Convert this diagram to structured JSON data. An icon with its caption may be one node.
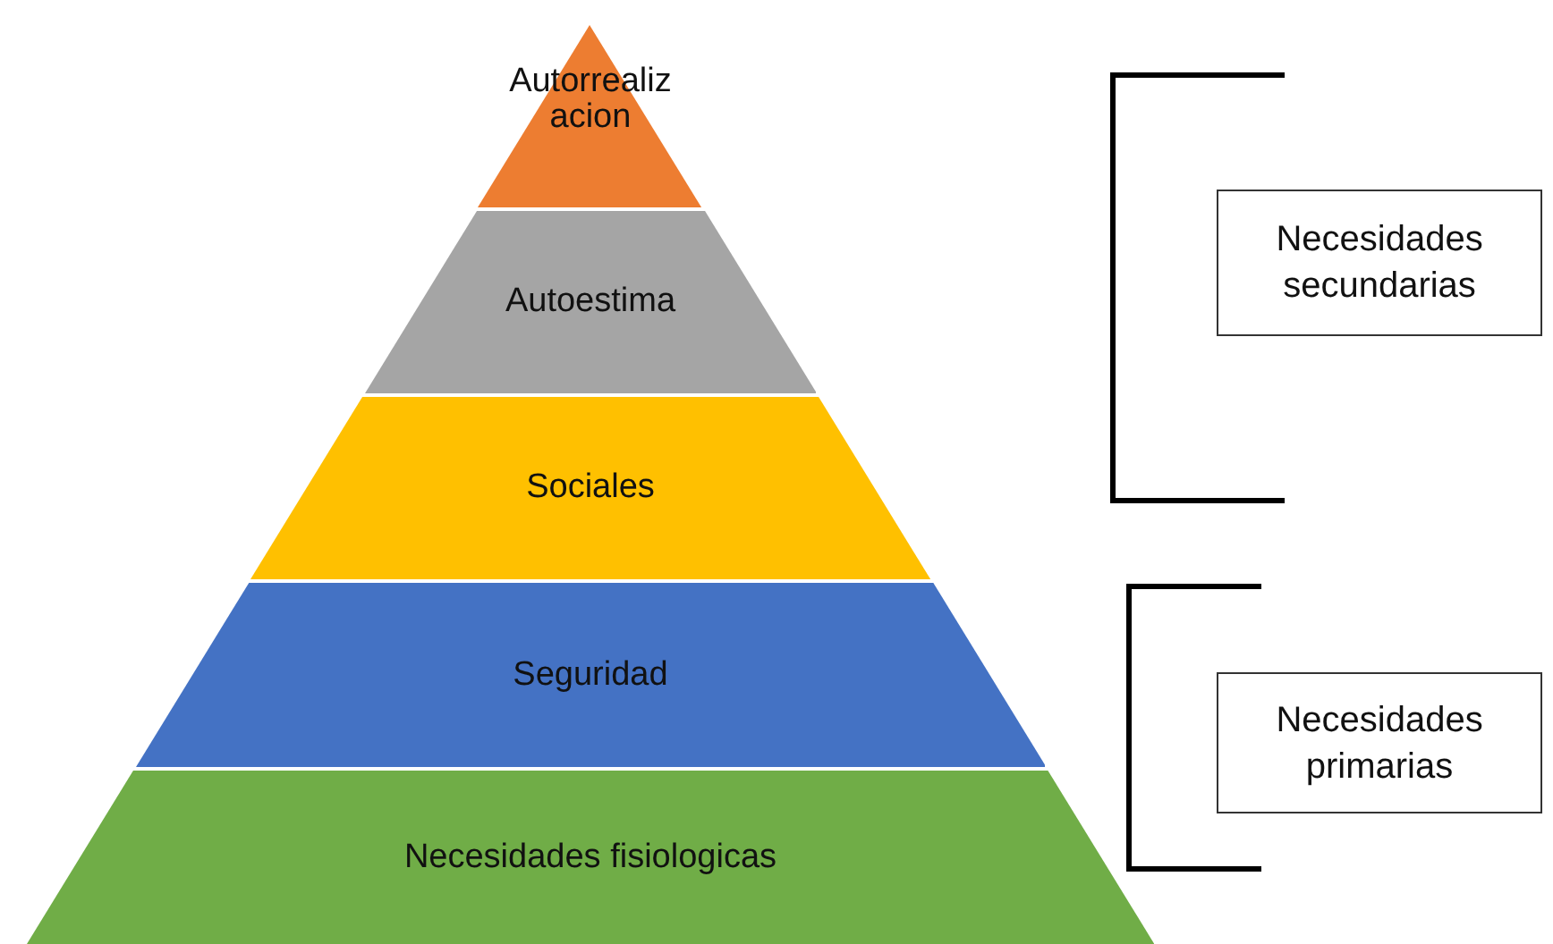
{
  "diagram": {
    "nodes": [
      {
        "text": [
          "Autorrealiz acion"
        ]
      },
      {
        "text": [
          "Autoestima"
        ]
      },
      {
        "text": [
          "Sociales"
        ]
      },
      {
        "text": [
          "Seguridad"
        ]
      },
      {
        "text": [
          "Necesidades fisiologicas"
        ]
      },
      {
        "text": [
          "Necesidades secundarias"
        ]
      },
      {
        "text": [
          "Necesidades primarias"
        ]
      }
    ]
  }
}
